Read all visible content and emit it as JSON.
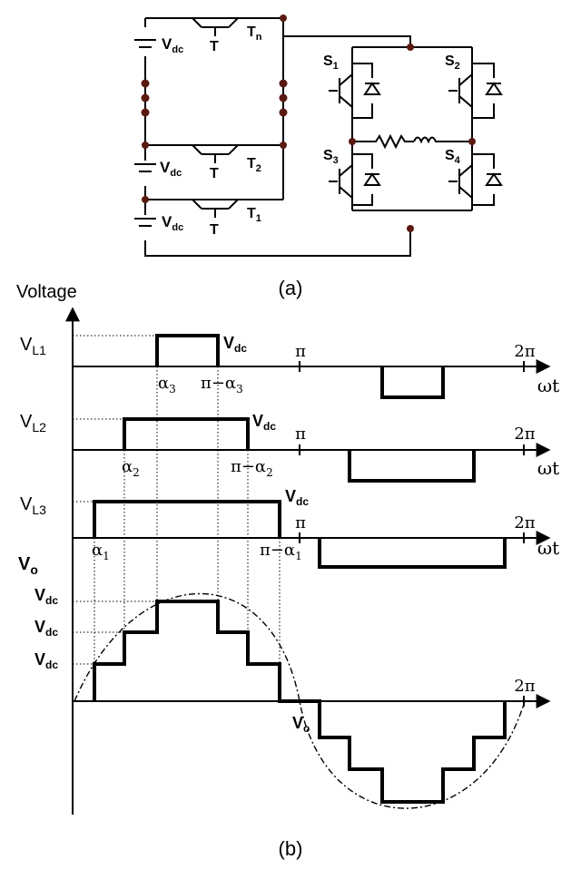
{
  "circuit": {
    "cells": [
      {
        "source_label": "V",
        "source_sub": "dc",
        "switch_label": "T",
        "switch_name": "T",
        "switch_sub": "n"
      },
      {
        "source_label": "V",
        "source_sub": "dc",
        "switch_label": "T",
        "switch_name": "T",
        "switch_sub": "2"
      },
      {
        "source_label": "V",
        "source_sub": "dc",
        "switch_label": "T",
        "switch_name": "T",
        "switch_sub": "1"
      }
    ],
    "bridge_switches": [
      {
        "name": "S",
        "sub": "1"
      },
      {
        "name": "S",
        "sub": "2"
      },
      {
        "name": "S",
        "sub": "3"
      },
      {
        "name": "S",
        "sub": "4"
      }
    ],
    "caption": "(a)"
  },
  "waveforms": {
    "y_title": "Voltage",
    "time_label": "ωt",
    "pi_label": "π",
    "two_pi_label": "2π",
    "vdc_label": "V",
    "vdc_sub": "dc",
    "levels": [
      {
        "name": "V",
        "sub": "L1",
        "alpha": "α",
        "alpha_sub": "3",
        "pi_minus": "π−α",
        "pi_minus_sub": "3"
      },
      {
        "name": "V",
        "sub": "L2",
        "alpha": "α",
        "alpha_sub": "2",
        "pi_minus": "π−α",
        "pi_minus_sub": "2"
      },
      {
        "name": "V",
        "sub": "L3",
        "alpha": "α",
        "alpha_sub": "1",
        "pi_minus": "π−α",
        "pi_minus_sub": "1"
      }
    ],
    "output": {
      "name": "V",
      "sub": "o"
    },
    "caption": "(b)"
  }
}
